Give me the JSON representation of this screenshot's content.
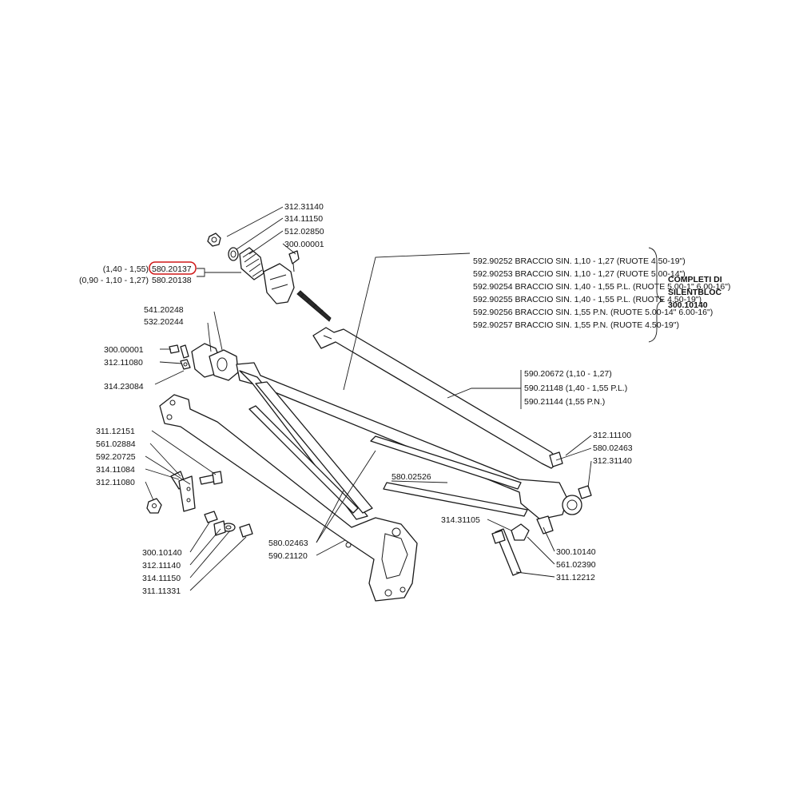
{
  "labels": {
    "p312_31140_top": "312.31140",
    "p314_11150_top": "314.11150",
    "p512_02850": "512.02850",
    "p300_00001_top": "300.00001",
    "range_140_155": "(1,40 - 1,55)",
    "p580_20137": "580.20137",
    "range_090_127": "(0,90 - 1,10 - 1,27)",
    "p580_20138": "580.20138",
    "p541_20248": "541.20248",
    "p532_20244": "532.20244",
    "p300_00001_left": "300.00001",
    "p312_11080_left": "312.11080",
    "p314_23084": "314.23084",
    "p311_12151": "311.12151",
    "p561_02884": "561.02884",
    "p592_20725": "592.20725",
    "p314_11084": "314.11084",
    "p312_11080_lower": "312.11080",
    "p300_10140_left": "300.10140",
    "p312_11140": "312.11140",
    "p314_11150_lower": "314.11150",
    "p311_11331": "311.11331",
    "p580_02463_bottom": "580.02463",
    "p590_21120": "590.21120",
    "p580_02526": "580.02526",
    "p314_31105": "314.31105",
    "p312_11100": "312.11100",
    "p580_02463_right": "580.02463",
    "p312_31140_right": "312.31140",
    "p300_10140_right": "300.10140",
    "p561_02390": "561.02390",
    "p311_12212": "311.12212"
  },
  "braccio_list": [
    "592.90252 BRACCIO SIN. 1,10 - 1,27 (RUOTE 4.50-19\")",
    "592.90253 BRACCIO SIN. 1,10 - 1,27 (RUOTE 5.00-14\")",
    "592.90254 BRACCIO SIN. 1,40 - 1,55 P.L. (RUOTE 5.00-1\"  6.00-16\")",
    "592.90255 BRACCIO SIN. 1,40 - 1,55 P.L. (RUOTE 4.50-19\")",
    "592.90256 BRACCIO SIN. 1,55 P.N. (RUOTE 5.00-14\"  6.00-16\")",
    "592.90257 BRACCIO SIN. 1,55 P.N. (RUOTE 4.50-19\")"
  ],
  "completi": [
    "COMPLETI DI",
    "SILENTBLOC",
    "300.10140"
  ],
  "rod_list": [
    "590.20672 (1,10 - 1,27)",
    "590.21148 (1,40 - 1,55 P.L.)",
    "590.21144 (1,55 P.N.)"
  ]
}
